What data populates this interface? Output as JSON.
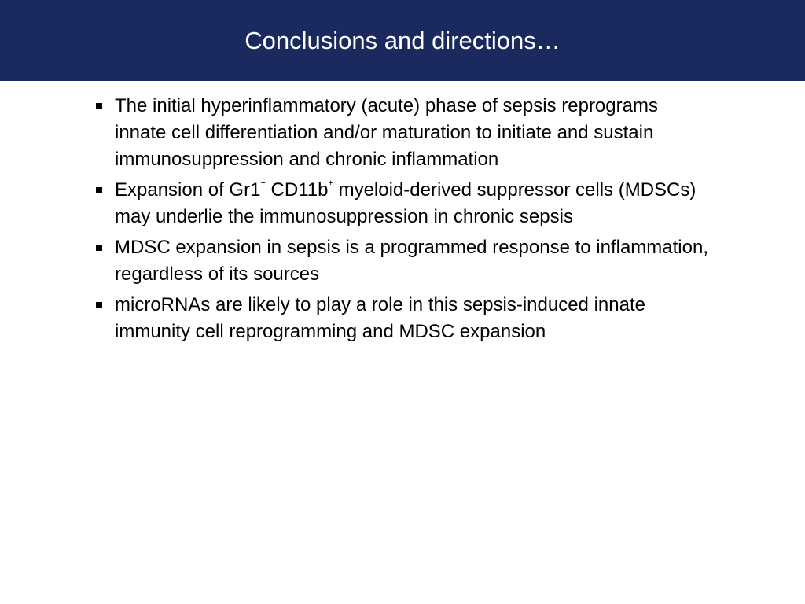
{
  "slide": {
    "title": "Conclusions and directions…",
    "bullets": [
      {
        "text": "The initial hyperinflammatory (acute) phase of sepsis reprograms innate cell differentiation and/or maturation to initiate and sustain immunosuppression and chronic inflammation"
      },
      {
        "text_part1": "Expansion of Gr1",
        "sup1": "+",
        "text_part2": " CD11b",
        "sup2": "+",
        "text_part3": " myeloid-derived suppressor cells (MDSCs) may underlie the immunosuppression in chronic sepsis"
      },
      {
        "text": "MDSC expansion in sepsis is a programmed response to inflammation, regardless of its sources"
      },
      {
        "text": "microRNAs are likely to play a role in this sepsis-induced innate immunity cell reprogramming and MDSC expansion"
      }
    ]
  },
  "colors": {
    "title_bar": "#1a2a5e",
    "title_text": "#ffffff",
    "body_text": "#000000"
  }
}
